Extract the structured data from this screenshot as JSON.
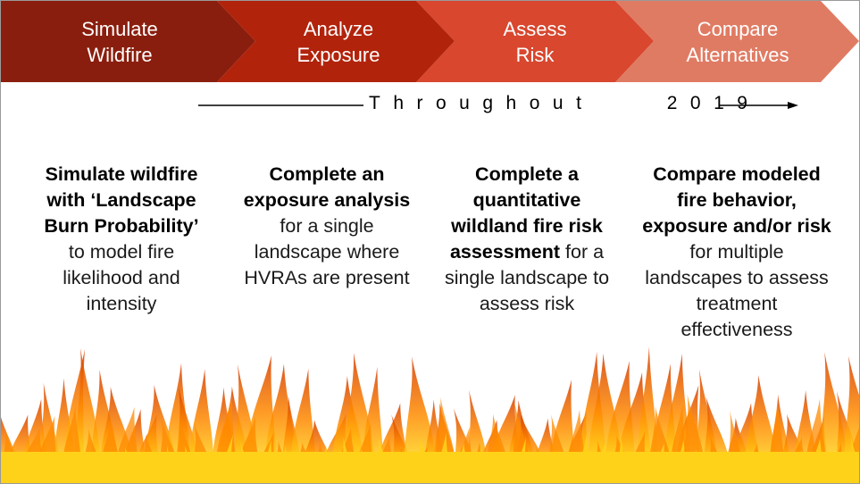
{
  "colors": {
    "step1": "#8a1e0e",
    "step2": "#b2230b",
    "step3": "#d8472e",
    "step4": "#e07b63",
    "timeline": "#000000",
    "flame_dark": "#d43c00",
    "flame_mid": "#ff8a00",
    "flame_light": "#ffd21a",
    "flame_core": "#fff6b0"
  },
  "steps": [
    {
      "label": "Simulate\nWildfire"
    },
    {
      "label": "Analyze\nExposure"
    },
    {
      "label": "Assess\nRisk"
    },
    {
      "label": "Compare\nAlternatives"
    }
  ],
  "timeline": {
    "text": "Throughout    2019"
  },
  "descriptions": [
    {
      "bold": "Simulate wildfire with ‘Landscape Burn Probability’",
      "normal": " to model fire likelihood and intensity"
    },
    {
      "bold": "Complete an exposure analysis",
      "normal": " for a single landscape where HVRAs are present"
    },
    {
      "bold": "Complete a quantitative wildland fire risk assessment",
      "normal": " for a single landscape to assess risk"
    },
    {
      "bold": "Compare modeled fire behavior, exposure and/or risk",
      "normal": " for multiple landscapes to assess treatment effectiveness"
    }
  ]
}
